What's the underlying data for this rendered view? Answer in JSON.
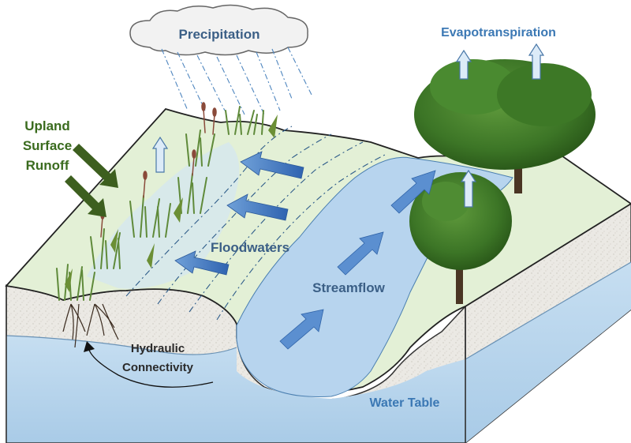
{
  "labels": {
    "precipitation": "Precipitation",
    "evapotranspiration": "Evapotranspiration",
    "upland_line1": "Upland",
    "upland_line2": "Surface",
    "upland_line3": "Runoff",
    "floodwaters": "Floodwaters",
    "streamflow": "Streamflow",
    "hydraulic_line1": "Hydraulic",
    "hydraulic_line2": "Connectivity",
    "water_table": "Water Table"
  },
  "colors": {
    "land_surface": "#e3f0d6",
    "soil": "#e9e7e2",
    "groundwater": "#bcd7ec",
    "stream": "#b7d4ee",
    "flow_arrow": "#3f78c4",
    "runoff_arrow": "#3d5f1f",
    "vapor_arrow": "#dcebf8",
    "tree_foliage": "#3f7d2a",
    "marsh_grass": "#5f8a3a"
  },
  "icons": {
    "cloud": "cloud-icon",
    "tree": "tree-icon",
    "marsh": "marsh-grass-icon",
    "arrow": "arrow-icon"
  }
}
